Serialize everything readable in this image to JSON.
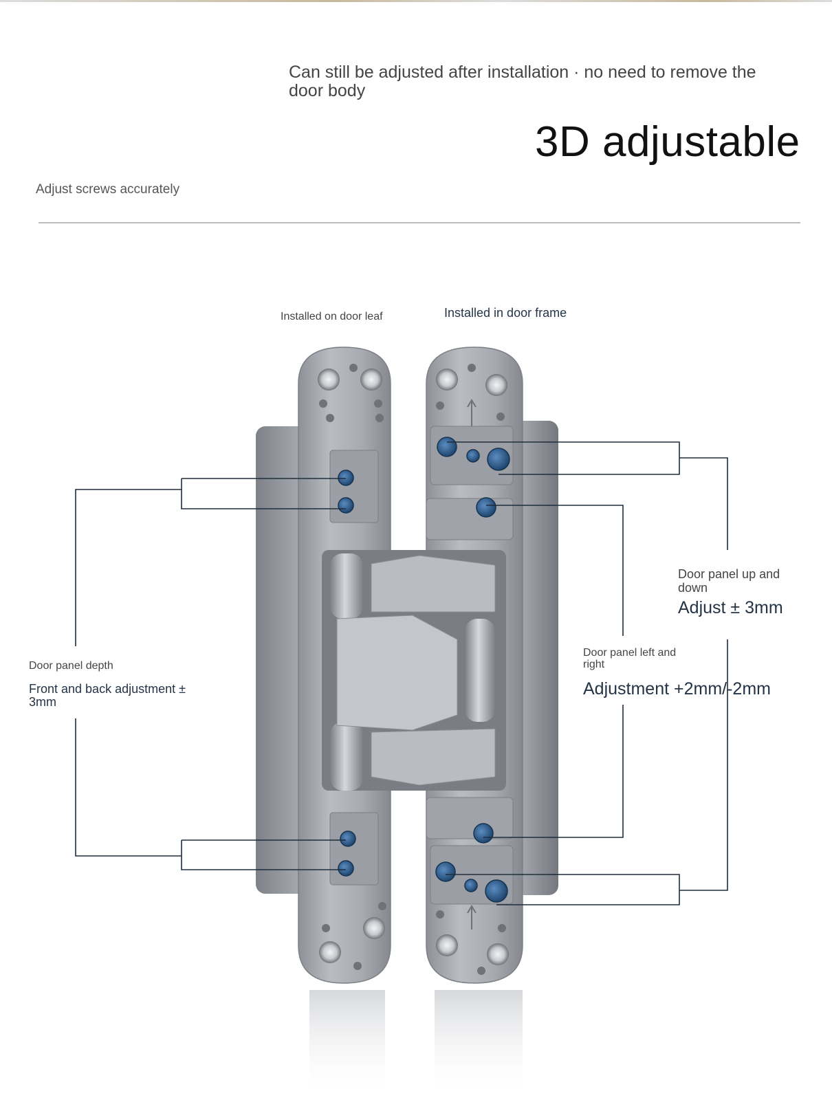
{
  "header": {
    "subtitle": "Can still be adjusted after installation · no need to remove the door body",
    "headline": "3D adjustable",
    "note": "Adjust screws accurately"
  },
  "labels": {
    "door_leaf": "Installed on door leaf",
    "door_frame": "Installed in door frame",
    "depth_label": "Door panel depth",
    "depth_value": "Front and back adjustment ± 3mm",
    "updown_label": "Door panel up and down",
    "updown_value": "Adjust ± 3mm",
    "leftright_label": "Door panel left and right",
    "leftright_value": "Adjustment +2mm/-2mm"
  },
  "colors": {
    "metal": "#a9acb2",
    "metal_light": "#c9ccd1",
    "metal_dark": "#84878d",
    "screw_blue": "#2f5f8e",
    "leader_line": "#1f2d3d"
  }
}
